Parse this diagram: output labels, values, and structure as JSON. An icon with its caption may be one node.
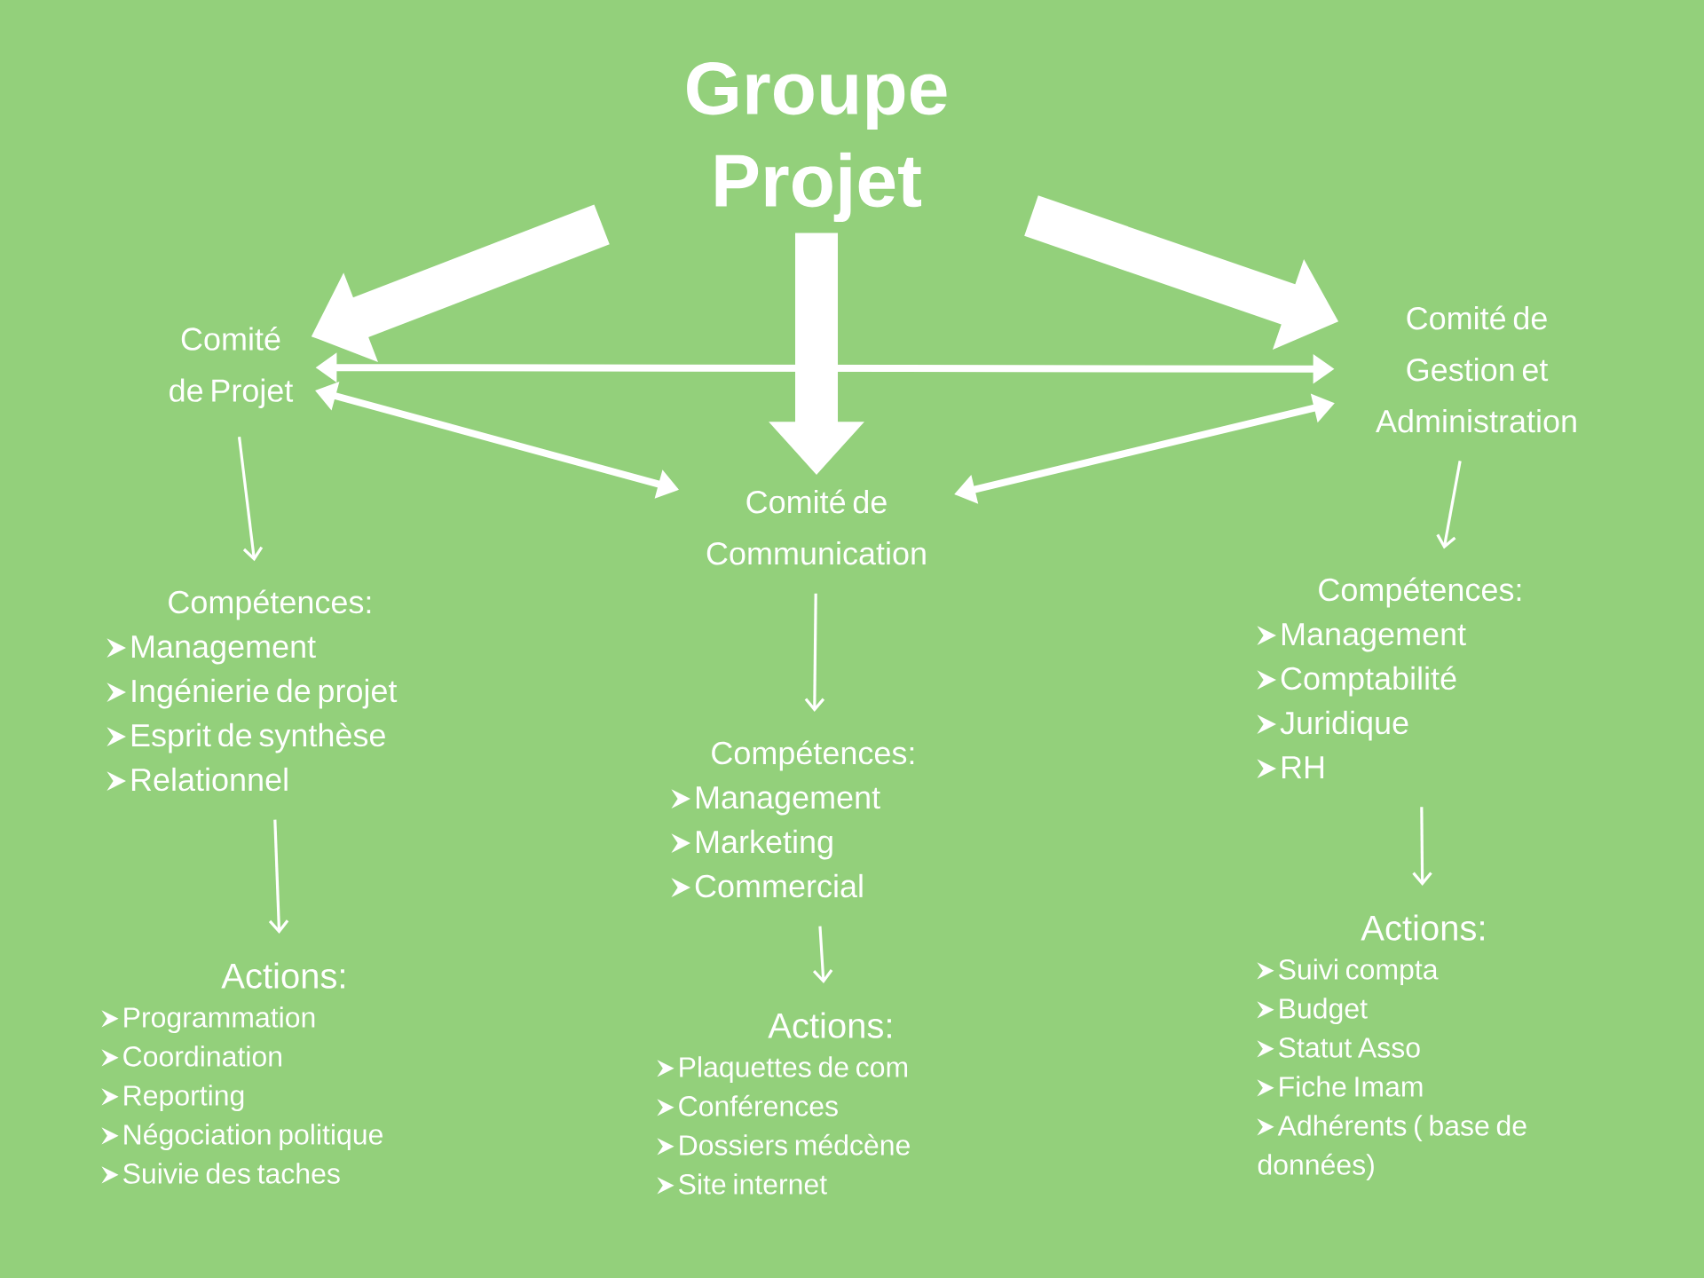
{
  "diagram": {
    "nodes": [
      {
        "text": [
          "Groupe Projet"
        ]
      },
      {
        "text": [
          "Comité de Projet"
        ]
      },
      {
        "text": [
          "Comité de Communication"
        ]
      },
      {
        "text": [
          "Comité de Gestion et Administration"
        ]
      },
      {
        "text": [
          "Compétences:",
          "Management",
          "Ingénierie de projet",
          "Esprit de synthèse",
          "Relationnel"
        ]
      },
      {
        "text": [
          "Actions:",
          "Programmation",
          "Coordination",
          "Reporting",
          "Négociation politique",
          "Suivie des taches"
        ]
      },
      {
        "text": [
          "Compétences:",
          "Management",
          "Marketing",
          "Commercial"
        ]
      },
      {
        "text": [
          "Actions:",
          "Plaquettes de com",
          "Conférences",
          "Dossiers médcène",
          "Site internet"
        ]
      },
      {
        "text": [
          "Compétences:",
          "Management",
          "Comptabilité",
          "Juridique",
          "RH"
        ]
      },
      {
        "text": [
          "Actions:",
          "Suivi compta",
          "Budget",
          "Statut Asso",
          "Fiche Imam",
          "Adhérents ( base de données)"
        ]
      }
    ],
    "edges": [
      {
        "from": 0,
        "to": 1,
        "arrow": "to",
        "style": "thick"
      },
      {
        "from": 0,
        "to": 3,
        "arrow": "to",
        "style": "thick"
      },
      {
        "from": 0,
        "to": 2,
        "arrow": "to",
        "style": "thick"
      },
      {
        "from": 1,
        "to": 3,
        "arrow": "both",
        "style": "thick"
      },
      {
        "from": 1,
        "to": 2,
        "arrow": "both",
        "style": "thick"
      },
      {
        "from": 2,
        "to": 3,
        "arrow": "both",
        "style": "thick"
      },
      {
        "from": 1,
        "to": 4,
        "arrow": "to"
      },
      {
        "from": 4,
        "to": 5,
        "arrow": "to"
      },
      {
        "from": 2,
        "to": 6,
        "arrow": "to"
      },
      {
        "from": 6,
        "to": 7,
        "arrow": "to"
      },
      {
        "from": 3,
        "to": 8,
        "arrow": "to"
      },
      {
        "from": 8,
        "to": 9,
        "arrow": "to"
      }
    ]
  }
}
